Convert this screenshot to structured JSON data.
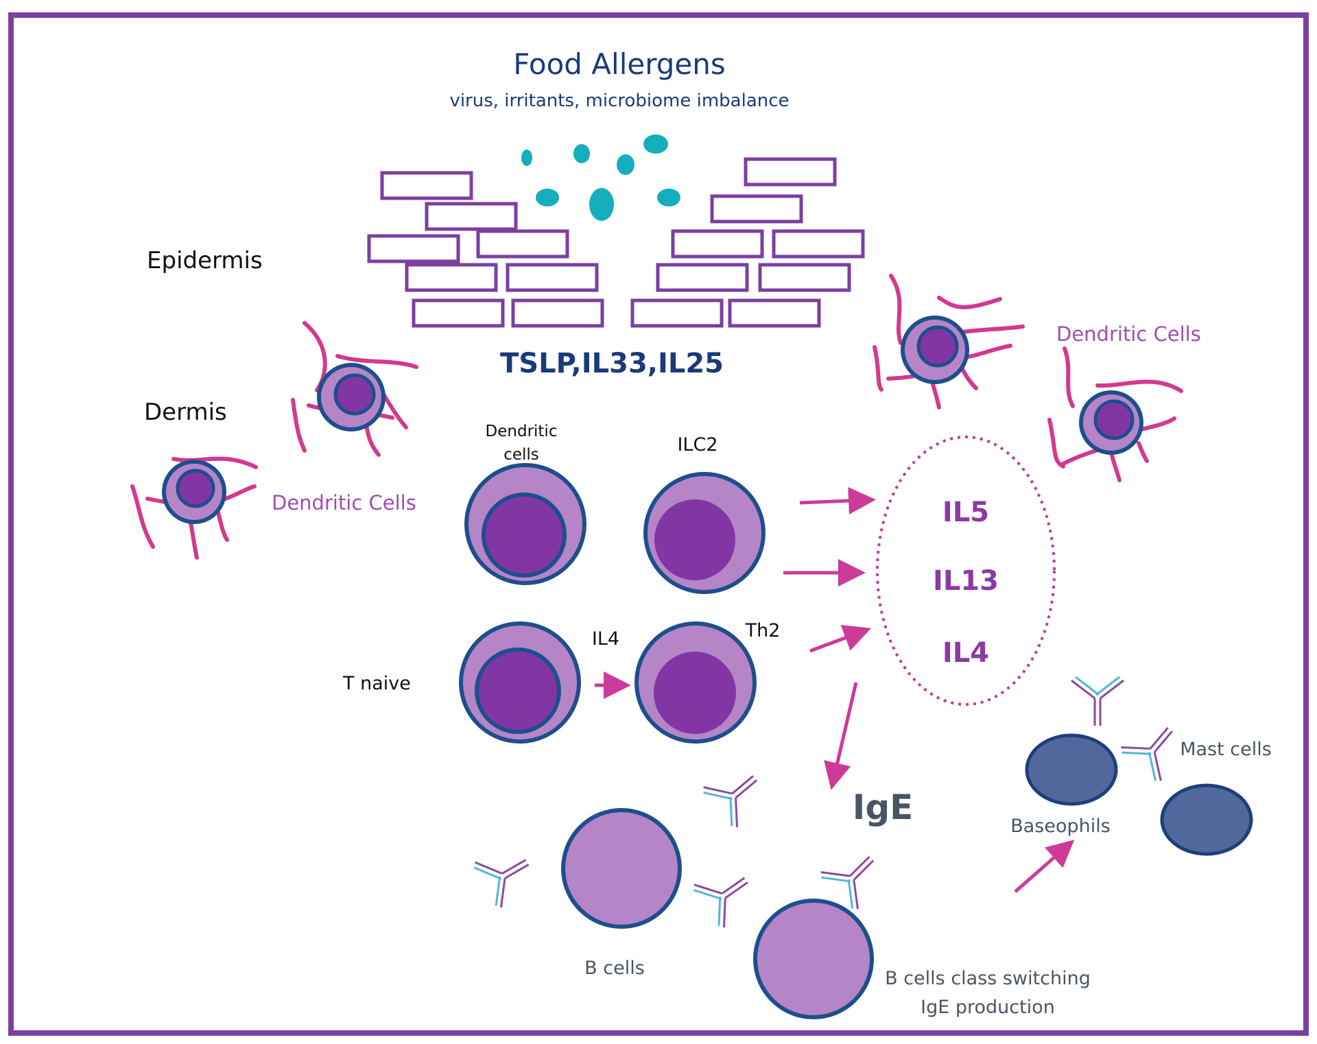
{
  "title": "Food Allergens",
  "subtitle": "virus, irritants, microbiome  imbalance",
  "labels": {
    "epidermis": "Epidermis",
    "dermis": "Dermis",
    "tslp": "TSLP,IL33,IL25",
    "dendritic_cells_left": "Dendritic Cells",
    "dendritic_cells_right": "Dendritic Cells",
    "dendritic_cells_small_line1": "Dendritic",
    "dendritic_cells_small_line2": "cells",
    "ilc2": "ILC2",
    "il4_small": "IL4",
    "th2": "Th2",
    "t_naive": "T naive",
    "il5": "IL5",
    "il13": "IL13",
    "il4": "IL4",
    "ige": "IgE",
    "mast_cells": "Mast cells",
    "baseophils": "Baseophils",
    "b_cells": "B cells",
    "b_cells_class_line1": "B cells class switching",
    "b_cells_class_line2": "IgE production"
  },
  "colors": {
    "frame": "#7b3fa0",
    "brick": "#7b3fa0",
    "allergen": "#14aebc",
    "navy": "#1a3a7a",
    "cell_outer": "#b585c8",
    "cell_nucleus": "#8236a4",
    "cell_border": "#1d4f8c",
    "dendrite": "#d4388f",
    "arrow": "#cc3a9a",
    "cytokine": "#8b3aa4",
    "label_purple": "#a24bb2",
    "gray_text": "#4a5563",
    "mast_fill": "#50689c",
    "mast_border": "#1d3f7a",
    "b_cell_fill": "#b585c8",
    "antibody_purple": "#8a4aa0",
    "antibody_blue": "#50b8d8"
  }
}
